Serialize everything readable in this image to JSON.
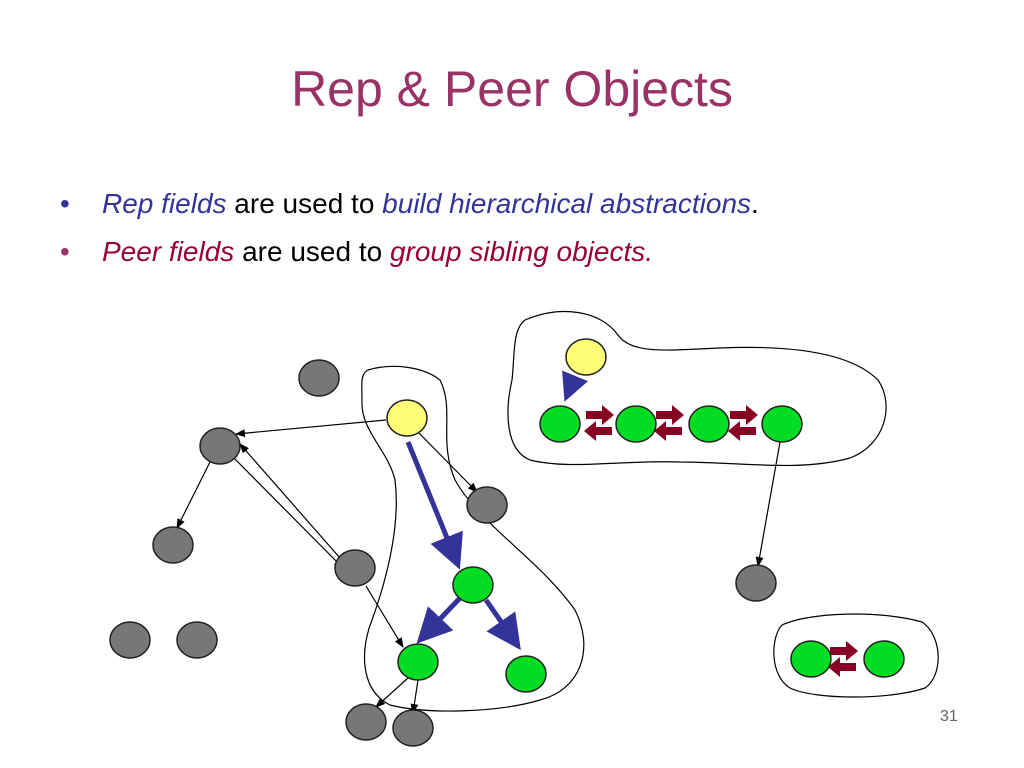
{
  "slide": {
    "title": "Rep & Peer Objects",
    "bullets": [
      {
        "marker": "•",
        "emphasis1": "Rep fields",
        "text1": " are used to ",
        "emphasis2": "build hierarchical abstractions",
        "text2": "."
      },
      {
        "marker": "•",
        "emphasis1": "Peer fields",
        "text1": " are used to ",
        "emphasis2": "group sibling objects.",
        "text2": ""
      }
    ],
    "page_number": "31"
  },
  "colors": {
    "title": "#993366",
    "rep_emphasis": "#333399",
    "peer_emphasis": "#990033",
    "gray_node": "#777777",
    "green_node": "#00dd22",
    "yellow_node": "#ffff77",
    "rep_arrow": "#333399",
    "peer_arrow": "#880022"
  }
}
